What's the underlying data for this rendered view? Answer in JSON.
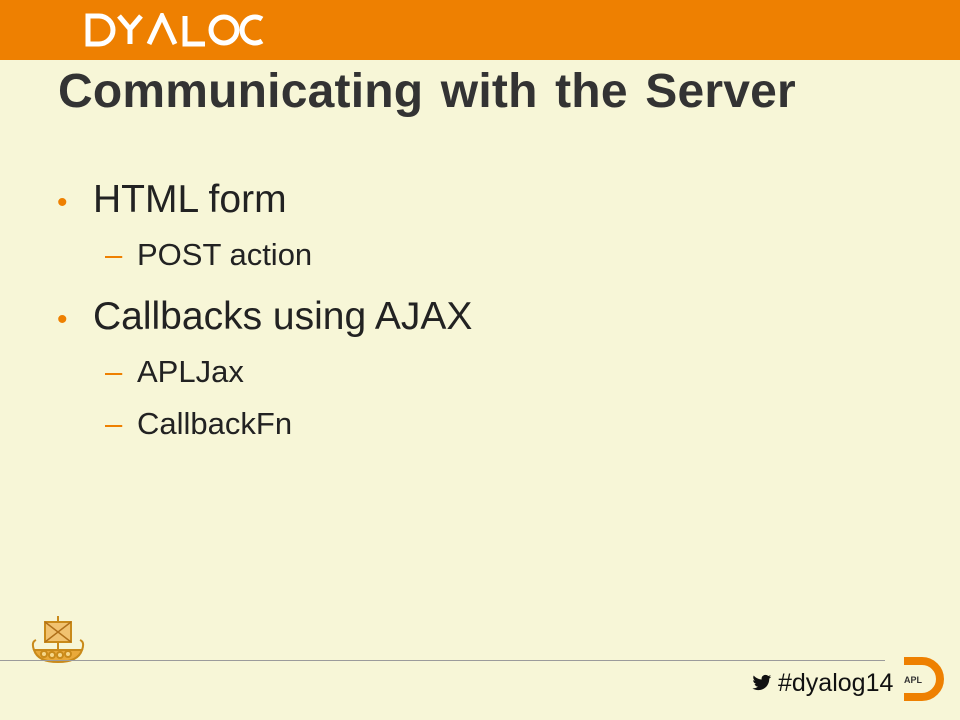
{
  "header": {
    "brand": "DYALOG",
    "color": "#ee8001",
    "logo_icon": "dyalog-wordmark-icon"
  },
  "slide": {
    "title": "Communicating with the Server",
    "items": [
      {
        "level": 1,
        "marker": "•",
        "text": "HTML form"
      },
      {
        "level": 2,
        "marker": "–",
        "text": "POST action"
      },
      {
        "level": 1,
        "marker": "•",
        "text": "Callbacks using AJAX"
      },
      {
        "level": 2,
        "marker": "–",
        "text": "APLJax"
      },
      {
        "level": 2,
        "marker": "–",
        "text": "CallbackFn"
      }
    ]
  },
  "footer": {
    "hashtag": "#dyalog14",
    "twitter_icon": "twitter-bird-icon",
    "apl_label": "APL",
    "ship_icon": "viking-ship-icon"
  }
}
